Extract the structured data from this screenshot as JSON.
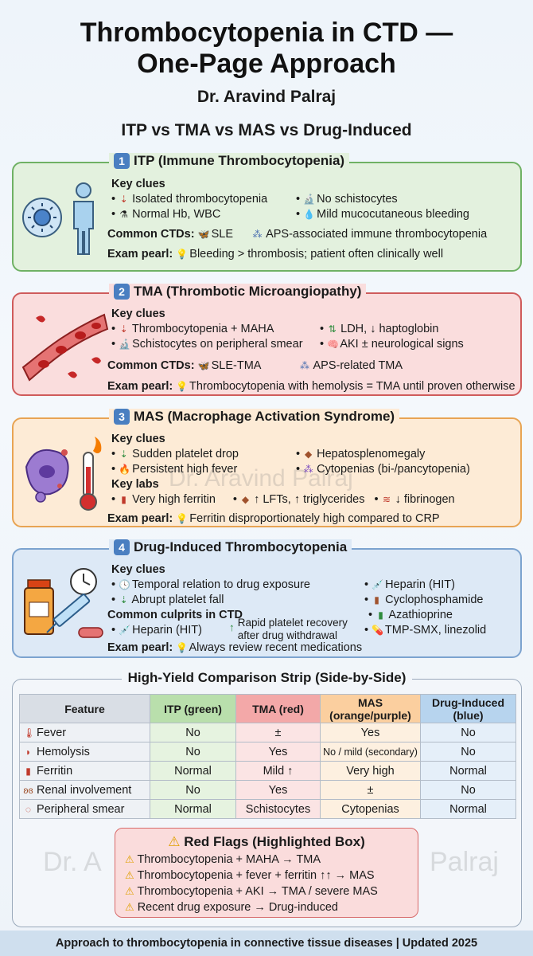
{
  "header": {
    "title_line1": "Thrombocytopenia in CTD —",
    "title_line2": "One-Page Approach",
    "author": "Dr. Aravind Palraj",
    "subtitle": "ITP vs TMA vs MAS vs Drug-Induced"
  },
  "watermark": {
    "text1": "Dr. Aravind Palraj",
    "text2a": "Dr. A",
    "text2b": "Palraj"
  },
  "itp": {
    "num": "1",
    "title": "ITP (Immune Thrombocytopenia)",
    "key_clues_label": "Key clues",
    "clues": [
      "Isolated thrombocytopenia",
      "No schistocytes",
      "Normal Hb, WBC",
      "Mild mucocutaneous bleeding"
    ],
    "ctd_label": "Common CTDs:",
    "ctd1": "SLE",
    "ctd2": "APS-associated immune thrombocytopenia",
    "pearl_label": "Exam pearl:",
    "pearl": "Bleeding > thrombosis; patient often clinically well"
  },
  "tma": {
    "num": "2",
    "title": "TMA (Thrombotic Microangiopathy)",
    "key_clues_label": "Key clues",
    "clues": [
      "Thrombocytopenia + MAHA",
      "LDH, ↓ haptoglobin",
      "Schistocytes on peripheral smear",
      "AKI ± neurological signs"
    ],
    "ctd_label": "Common CTDs:",
    "ctd1": "SLE-TMA",
    "ctd2": "APS-related TMA",
    "pearl_label": "Exam pearl:",
    "pearl": "Thrombocytopenia with hemolysis = TMA until proven otherwise"
  },
  "mas": {
    "num": "3",
    "title": "MAS (Macrophage Activation Syndrome)",
    "key_clues_label": "Key clues",
    "clues": [
      "Sudden platelet drop",
      "Hepatosplenomegaly",
      "Persistent high fever",
      "Cytopenias (bi-/pancytopenia)"
    ],
    "labs_label": "Key labs",
    "labs": [
      "Very high ferritin",
      "↑ LFTs, ↑ triglycerides",
      "↓ fibrinogen"
    ],
    "pearl_label": "Exam pearl:",
    "pearl": "Ferritin disproportionately high compared to CRP"
  },
  "drug": {
    "num": "4",
    "title": "Drug-Induced Thrombocytopenia",
    "key_clues_label": "Key clues",
    "clues": [
      "Temporal relation to drug exposure",
      "Abrupt platelet fall"
    ],
    "culprits_label": "Common culprits in CTD",
    "culprit_left": "Heparin (HIT)",
    "recovery_line1": "Rapid platelet recovery",
    "recovery_line2": "after drug withdrawal",
    "right_list": [
      "Heparin (HIT)",
      "Cyclophosphamide",
      "Azathioprine",
      "TMP-SMX, linezolid"
    ],
    "pearl_label": "Exam pearl:",
    "pearl": "Always review recent medications"
  },
  "comparison": {
    "title": "High-Yield Comparison Strip (Side-by-Side)",
    "headers": [
      "Feature",
      "ITP (green)",
      "TMA (red)",
      "MAS (orange/purple)",
      "Drug-Induced (blue)"
    ],
    "rows": [
      [
        "Fever",
        "No",
        "±",
        "Yes",
        "No"
      ],
      [
        "Hemolysis",
        "No",
        "Yes",
        "No / mild (secondary)",
        "No"
      ],
      [
        "Ferritin",
        "Normal",
        "Mild ↑",
        "Very high",
        "Normal"
      ],
      [
        "Renal involvement",
        "No",
        "Yes",
        "±",
        "No"
      ],
      [
        "Peripheral smear",
        "Normal",
        "Schistocytes",
        "Cytopenias",
        "Normal"
      ]
    ]
  },
  "red_flags": {
    "title": "Red Flags (Highlighted Box)",
    "items": [
      "Thrombocytopenia + MAHA → TMA",
      "Thrombocytopenia + fever + ferritin ↑↑ → MAS",
      "Thrombocytopenia + AKI → TMA / severe MAS",
      "Recent drug exposure → Drug-induced"
    ]
  },
  "footer": {
    "text": "Approach to thrombocytopenia in connective tissue diseases | Updated 2025"
  }
}
